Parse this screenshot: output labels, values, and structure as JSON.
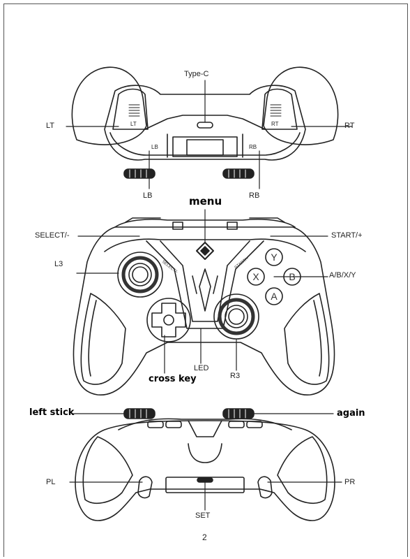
{
  "top_view": {
    "type_c": "Type-C",
    "lt": "LT",
    "rt": "RT",
    "lb": "LB",
    "rb": "RB",
    "lt_inner": "LT",
    "rt_inner": "RT",
    "lb_inner": "LB",
    "rb_inner": "RB"
  },
  "front_view": {
    "menu": "menu",
    "select": "SELECT/-",
    "start": "START/+",
    "l3": "L3",
    "abxy": "A/B/X/Y",
    "cross_key": "cross key",
    "led": "LED",
    "r3": "R3",
    "select_engraved": "SELECT/-",
    "start_engraved": "START/+",
    "btn_y": "Y",
    "btn_x": "X",
    "btn_b": "B",
    "btn_a": "A"
  },
  "back_view": {
    "left_stick": "left stick",
    "again": "again",
    "pl": "PL",
    "pr": "PR",
    "set": "SET"
  },
  "page_number": "2",
  "colors": {
    "line": "#222222",
    "background": "#ffffff"
  }
}
